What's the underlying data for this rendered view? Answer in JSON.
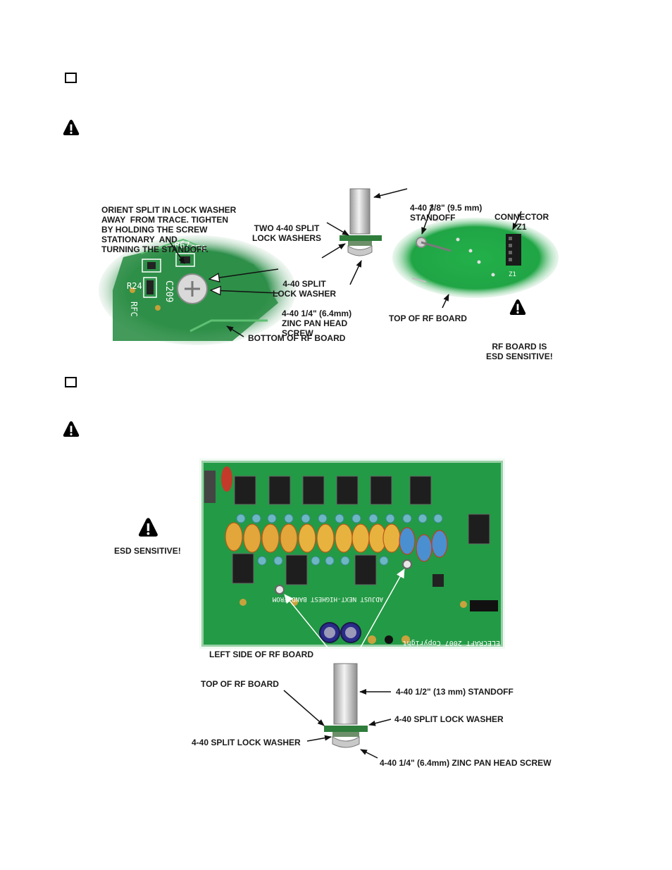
{
  "figure1": {
    "callouts": {
      "orient_split": [
        "ORIENT SPLIT IN LOCK WASHER",
        "AWAY  FROM TRACE. TIGHTEN",
        "BY HOLDING THE SCREW",
        "STATIONARY  AND",
        "TURNING THE STANDOFF."
      ],
      "two_washers": [
        "TWO 4-40 SPLIT",
        "LOCK WASHERS"
      ],
      "split_washer": [
        "4-40 SPLIT",
        "LOCK WASHER"
      ],
      "pan_head_screw": [
        "4-40 1/4\" (6.4mm)",
        "ZINC PAN HEAD",
        "SCREW"
      ],
      "standoff": [
        "4-40 3/8\" (9.5 mm)",
        "STANDOFF"
      ],
      "connector": [
        "CONNECTOR",
        "Z1"
      ],
      "top_rf_board": "TOP OF RF BOARD",
      "bottom_rf_board": "BOTTOM OF RF BOARD",
      "esd_note": [
        "RF BOARD IS",
        "ESD SENSITIVE!"
      ]
    },
    "board_silk": {
      "c209": "C209",
      "r67": "R67",
      "c74": "C74",
      "r24": "R24",
      "rfc": "RFC",
      "z1": "Z1"
    }
  },
  "figure2": {
    "esd_label": "ESD SENSITIVE!",
    "left_side": "LEFT SIDE OF RF BOARD",
    "top_rf_board": "TOP OF RF BOARD",
    "standoff": "4-40 1/2\" (13 mm) STANDOFF",
    "lock_washer_right": "4-40 SPLIT LOCK WASHER",
    "lock_washer_left": "4-40 SPLIT LOCK WASHER",
    "screw": "4-40 1/4\" (6.4mm) ZINC PAN HEAD SCREW",
    "board_silk": {
      "adjust": "ADJUST NEXT-HIGHEST BAND FROM",
      "copyright": "ELECRAFT 2007 Copyright"
    }
  }
}
